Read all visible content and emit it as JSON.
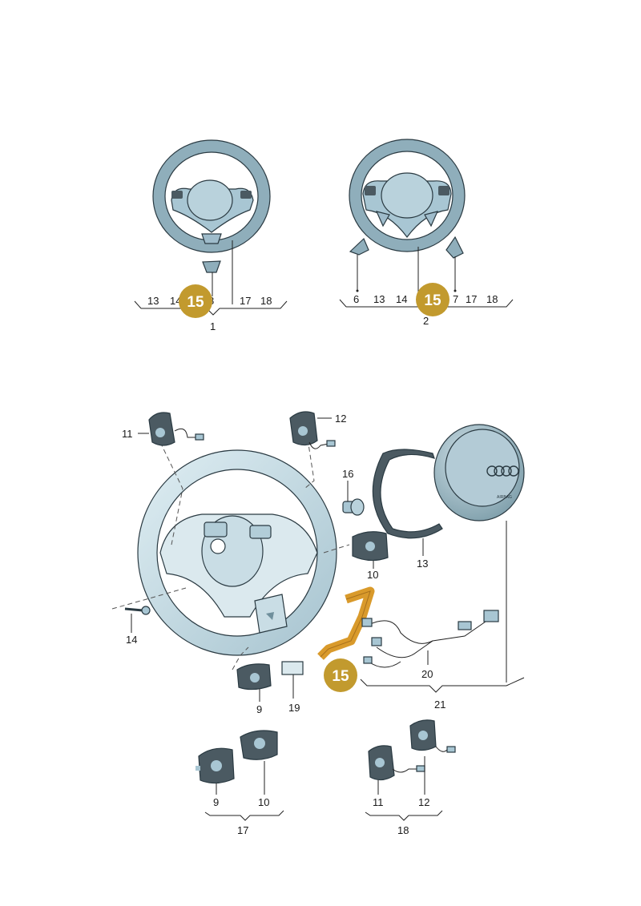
{
  "callouts": {
    "top_left": [
      "13",
      "14",
      "8",
      "17",
      "18"
    ],
    "top_left_group": "1",
    "top_right": [
      "6",
      "13",
      "14",
      "7",
      "17",
      "18"
    ],
    "top_right_group": "2",
    "main": {
      "n11": "11",
      "n12": "12",
      "n16": "16",
      "n10": "10",
      "n13": "13",
      "n14": "14",
      "n9": "9",
      "n19": "19",
      "n20": "20",
      "n21": "21"
    },
    "bottom_left": [
      "9",
      "10"
    ],
    "bottom_left_group": "17",
    "bottom_right": [
      "11",
      "12"
    ],
    "bottom_right_group": "18"
  },
  "highlight": {
    "label": "15",
    "color": "#c29a2e"
  },
  "logo_text": "AIRBAG",
  "colors": {
    "part_fill": "#a8c6d3",
    "part_dark": "#6f8f9c",
    "wheel_light": "#d9e8ee",
    "switch_dark": "#4b5a62",
    "flex_cable": "#d99a2b"
  }
}
